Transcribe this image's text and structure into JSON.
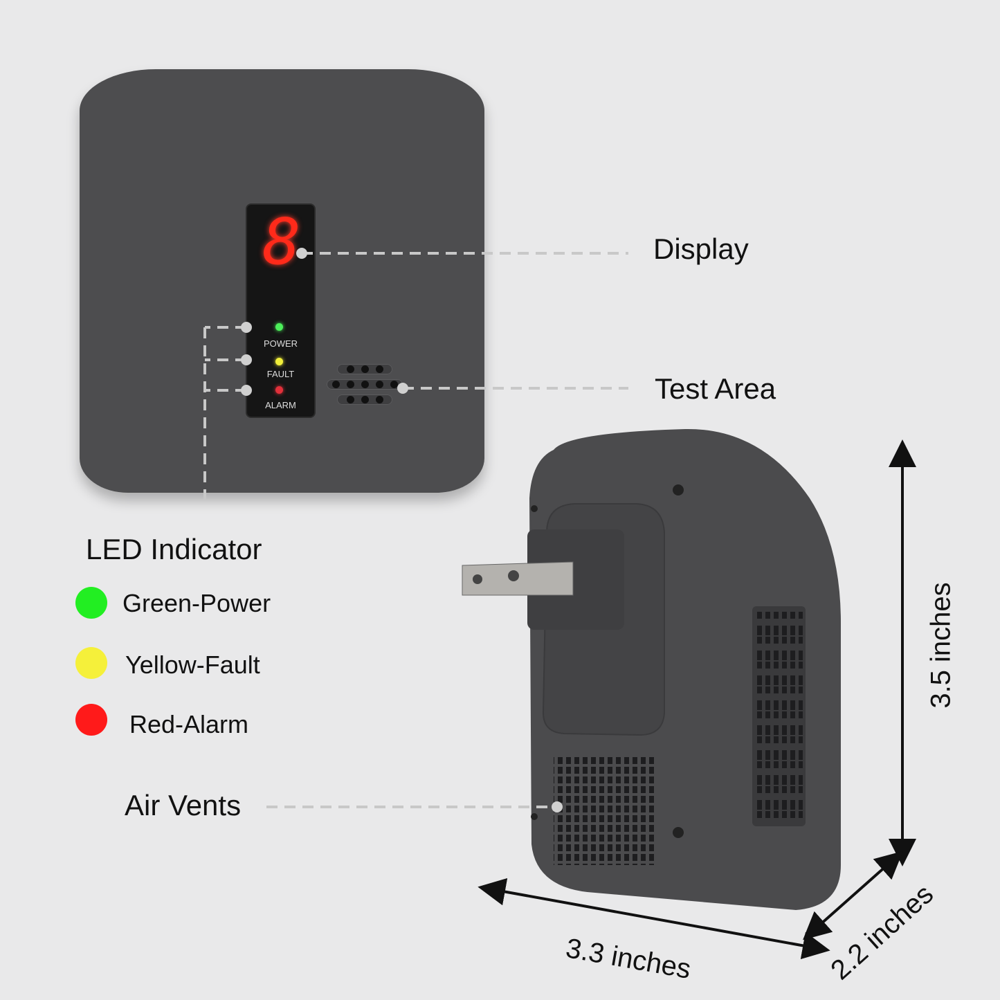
{
  "front_panel": {
    "display_digit": "8",
    "led_labels": [
      "POWER",
      "FAULT",
      "ALARM"
    ]
  },
  "callouts": {
    "display": "Display",
    "test_area": "Test Area",
    "led_indicator": "LED Indicator",
    "air_vents": "Air Vents"
  },
  "legend": [
    {
      "label": "Green-Power",
      "color": "#22ee22"
    },
    {
      "label": "Yellow-Fault",
      "color": "#f5f03a"
    },
    {
      "label": "Red-Alarm",
      "color": "#ff1a1a"
    }
  ],
  "dimensions": {
    "height": "3.5 inches",
    "width": "3.3 inches",
    "depth": "2.2 inches"
  }
}
